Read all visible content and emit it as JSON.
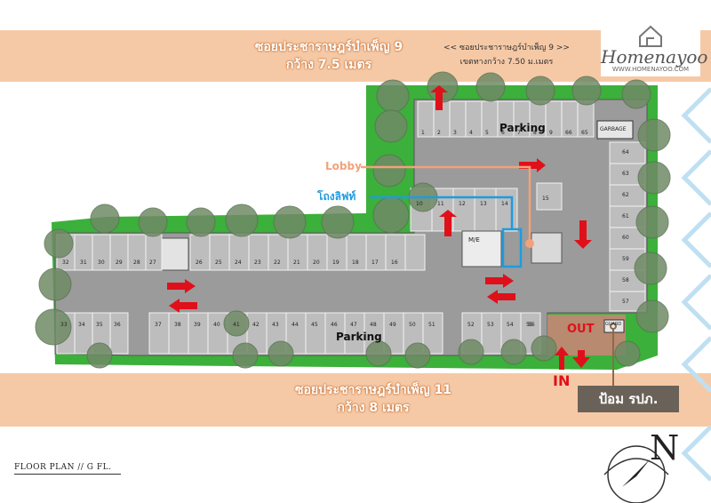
{
  "top_road": {
    "name": "ซอยประชาราษฎร์บำเพ็ญ 9",
    "width": "กว้าง 7.5 เมตร",
    "plan_note_name": "<< ซอยประชาราษฎร์บำเพ็ญ 9 >>",
    "plan_note_width": "เขตทางกว้าง 7.50 ม.เมตร"
  },
  "bottom_road": {
    "name": "ซอยประชาราษฎร์บำเพ็ญ 11",
    "width": "กว้าง 8 เมตร"
  },
  "brand": {
    "name": "Homenayoo",
    "url": "WWW.HOMENAYOO.COM",
    "icon": "house-outline-icon"
  },
  "callouts": {
    "lobby": "Lobby",
    "lift": "โถงลิฟท์",
    "parking_top": "Parking",
    "parking_bottom": "Parking",
    "in": "IN",
    "out": "OUT",
    "guard": "ป้อม รปภ."
  },
  "rooms": {
    "me": "M/E",
    "garbage": "GARBAGE",
    "guard_small": "GUARD"
  },
  "stall_numbers": {
    "west_top": [
      "32",
      "31",
      "30",
      "29",
      "28",
      "27",
      "26",
      "25",
      "24",
      "23",
      "22",
      "21",
      "20",
      "19",
      "18",
      "17",
      "16"
    ],
    "west_bottom": [
      "33",
      "34",
      "35",
      "36",
      "37",
      "38",
      "39",
      "40",
      "41",
      "42",
      "43",
      "44",
      "45",
      "46",
      "47",
      "48",
      "49",
      "50",
      "51",
      "52",
      "53",
      "54",
      "55",
      "56"
    ],
    "north_inner": [
      "10",
      "11",
      "12",
      "13",
      "14",
      "15"
    ],
    "north_top": [
      "1",
      "2",
      "3",
      "4",
      "5",
      "6",
      "7",
      "8",
      "9",
      "66",
      "65"
    ],
    "east": [
      "64",
      "63",
      "62",
      "61",
      "60",
      "59",
      "58",
      "57"
    ]
  },
  "floor_label": "FLOOR PLAN // G FL.",
  "compass": {
    "letter": "N",
    "icon": "north-arrow-icon"
  },
  "colors": {
    "band": "#f6c9a6",
    "road_text": "#ffffff",
    "lobby": "#f2a27a",
    "lift": "#1e9be0",
    "arrow": "#e0101a",
    "grass": "#3bb03a",
    "building": "#9b9b9b",
    "guard_area": "#b88a70"
  }
}
